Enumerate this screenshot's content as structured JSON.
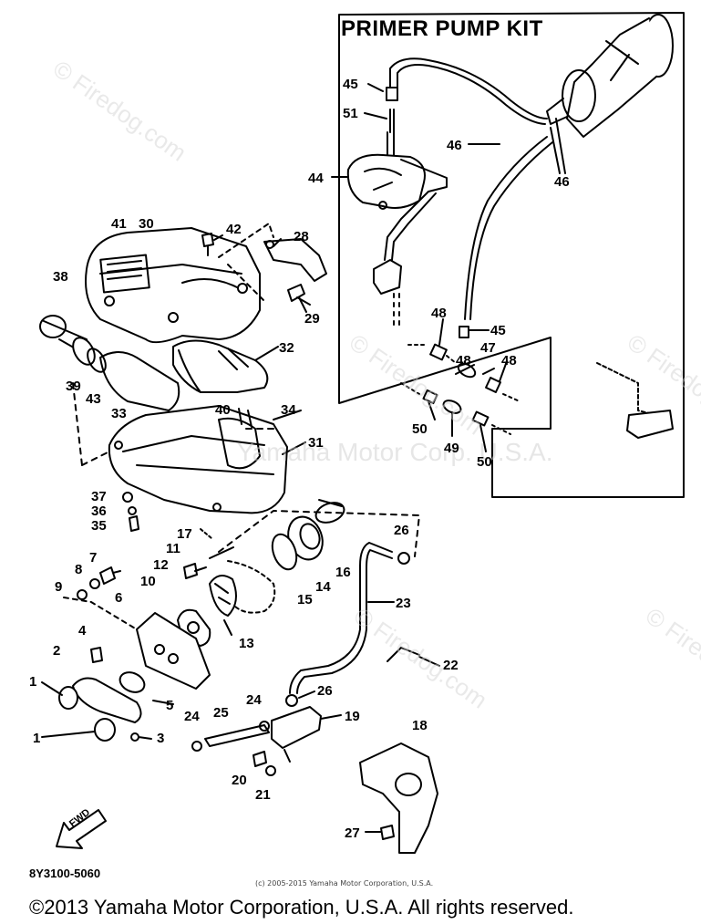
{
  "kit_title": "PRIMER PUMP KIT",
  "drawing_number": "8Y3100-5060",
  "small_copyright": "(c) 2005-2015 Yamaha Motor Corporation, U.S.A.",
  "copyright": "©2013 Yamaha Motor Corporation, U.S.A. All rights reserved.",
  "watermark_text": "© Firedog.com",
  "watermark_center_text": "Yamaha Motor Corp. U.S.A.",
  "fwd_label": "FWD",
  "part_numbers": {
    "p1a": "1",
    "p1b": "1",
    "p2": "2",
    "p3": "3",
    "p4": "4",
    "p5": "5",
    "p6": "6",
    "p7": "7",
    "p8": "8",
    "p9": "9",
    "p10": "10",
    "p11": "11",
    "p12": "12",
    "p13": "13",
    "p14": "14",
    "p15": "15",
    "p16": "16",
    "p17": "17",
    "p18": "18",
    "p19": "19",
    "p20": "20",
    "p21": "21",
    "p22": "22",
    "p23": "23",
    "p24a": "24",
    "p24b": "24",
    "p25": "25",
    "p26a": "26",
    "p26b": "26",
    "p27": "27",
    "p28": "28",
    "p29": "29",
    "p30": "30",
    "p31": "31",
    "p32": "32",
    "p33": "33",
    "p34": "34",
    "p35": "35",
    "p36": "36",
    "p37": "37",
    "p38": "38",
    "p39": "39",
    "p40": "40",
    "p41": "41",
    "p42": "42",
    "p43": "43",
    "p44": "44",
    "p45a": "45",
    "p45b": "45",
    "p46a": "46",
    "p46b": "46",
    "p47": "47",
    "p48a": "48",
    "p48b": "48",
    "p48c": "48",
    "p49": "49",
    "p50a": "50",
    "p50b": "50",
    "p51": "51"
  }
}
